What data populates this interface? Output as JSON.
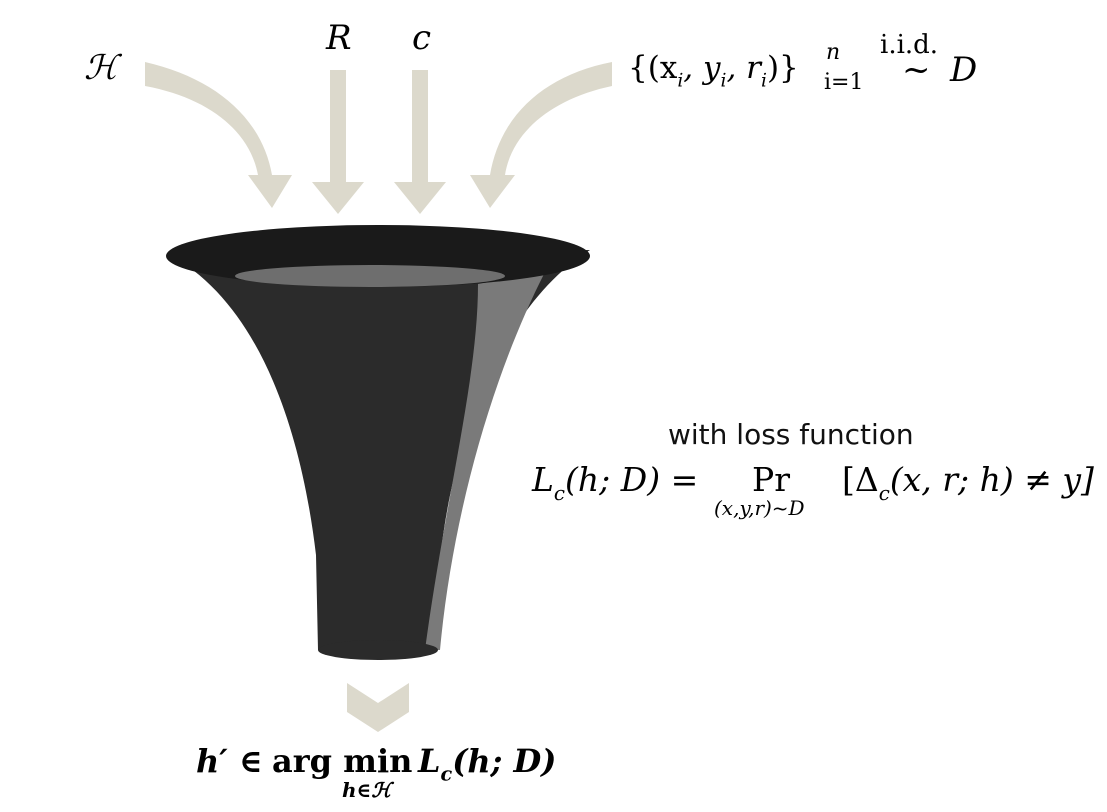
{
  "inputs": {
    "hypothesis_class": "ℋ",
    "r": "R",
    "c": "c",
    "dataset_set": "{(x",
    "dataset_i1": "i",
    "dataset_y": ", y",
    "dataset_i2": "i",
    "dataset_r": ", r",
    "dataset_i3": "i",
    "dataset_close": ")}",
    "dataset_sup_n": "n",
    "dataset_sub_range": "i=1",
    "iid": "i.i.d.",
    "tilde": "~",
    "distribution": "D"
  },
  "loss": {
    "caption": "with loss function",
    "lhs_L": "L",
    "lhs_c": "c",
    "lhs_args": "(h; D) =",
    "pr": "Pr",
    "pr_sub": "(x,y,r)~D",
    "bracket_open": "[Δ",
    "delta_c": "c",
    "delta_args": "(x, r; h) ≠ y]"
  },
  "output": {
    "h_prime": "h′ ∈",
    "argmin": "arg min",
    "argmin_sub": "h∈ℋ",
    "L": "L",
    "L_sub": "c",
    "args": "(h; D)"
  },
  "colors": {
    "arrow": "#dcd9cc",
    "funnel_body": "#2b2b2b",
    "funnel_rim": "#1a1a1a",
    "funnel_highlight": "#7a7a7a",
    "funnel_inner": "#6e6e6e"
  }
}
